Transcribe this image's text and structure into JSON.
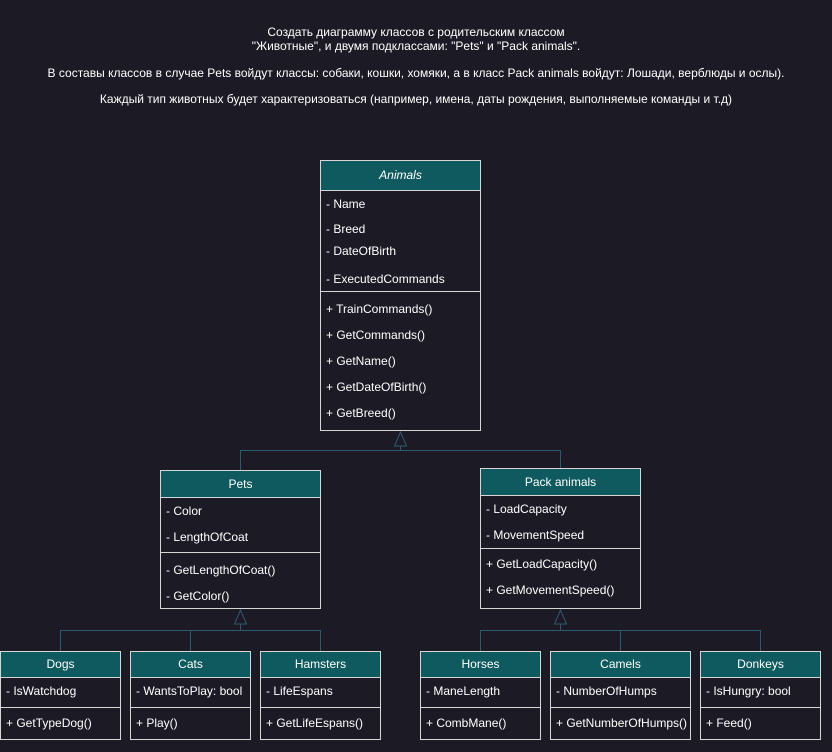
{
  "description": {
    "line1": "Создать диаграмму классов с родительским классом",
    "line2": "\"Животные\", и двумя подклассами: \"Pets\" и \"Pack animals\".",
    "line3": "В составы классов в случае Pets войдут классы: собаки, кошки, хомяки, а в класс Pack animals войдут: Лошади, верблюды и ослы).",
    "line4": "Каждый тип животных будет характеризоваться (например, имена, даты рождения, выполняемые команды и т.д)"
  },
  "classes": {
    "animals": {
      "name": "Animals",
      "attributes": [
        "- Name",
        "- Breed",
        "- DateOfBirth",
        "- ExecutedCommands"
      ],
      "methods": [
        "+ TrainCommands()",
        "+ GetCommands()",
        "+ GetName()",
        "+ GetDateOfBirth()",
        "+ GetBreed()"
      ]
    },
    "pets": {
      "name": "Pets",
      "attributes": [
        "- Color",
        "- LengthOfCoat"
      ],
      "methods": [
        "- GetLengthOfCoat()",
        "- GetColor()"
      ]
    },
    "pack": {
      "name": "Pack animals",
      "attributes": [
        "- LoadCapacity",
        "- MovementSpeed"
      ],
      "methods": [
        "+ GetLoadCapacity()",
        "+ GetMovementSpeed()"
      ]
    },
    "dogs": {
      "name": "Dogs",
      "attributes": [
        "- IsWatchdog"
      ],
      "methods": [
        "+ GetTypeDog()"
      ]
    },
    "cats": {
      "name": "Cats",
      "attributes": [
        "- WantsToPlay: bool"
      ],
      "methods": [
        "+ Play()"
      ]
    },
    "hamsters": {
      "name": "Hamsters",
      "attributes": [
        "- LifeEspans"
      ],
      "methods": [
        "+ GetLifeEspans()"
      ]
    },
    "horses": {
      "name": "Horses",
      "attributes": [
        "- ManeLength"
      ],
      "methods": [
        "+ CombMane()"
      ]
    },
    "camels": {
      "name": "Camels",
      "attributes": [
        "- NumberOfHumps"
      ],
      "methods": [
        "+ GetNumberOfHumps()"
      ]
    },
    "donkeys": {
      "name": "Donkeys",
      "attributes": [
        "- IsHungry: bool"
      ],
      "methods": [
        "+ Feed()"
      ]
    }
  },
  "colors": {
    "background": "#1c1a24",
    "header": "#0e5a5e",
    "border": "#d6d6d6",
    "link": "#2c5a6e"
  }
}
